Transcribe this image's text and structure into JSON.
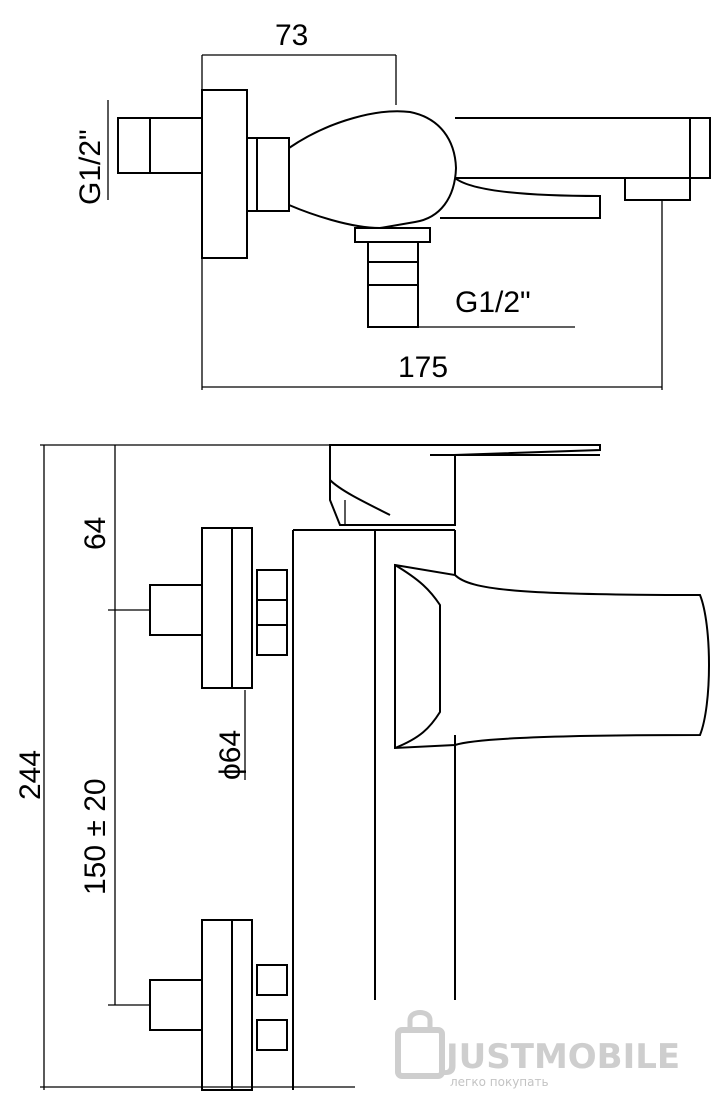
{
  "top_view": {
    "dim_width_top": "73",
    "dim_inlet_left": "G1/2\"",
    "dim_outlet": "G1/2\"",
    "dim_total": "175"
  },
  "side_view": {
    "dim_total_height": "244",
    "dim_upper": "64",
    "dim_center": "150 ± 20",
    "dim_diameter": "ϕ64"
  },
  "watermark": {
    "brand": "JUSTMOBILE",
    "tagline": "легко покупать"
  }
}
